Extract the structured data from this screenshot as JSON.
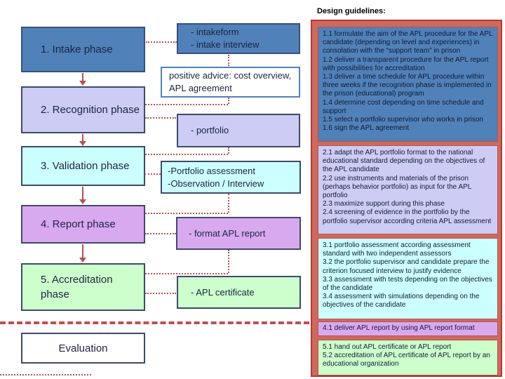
{
  "title": "Design guidelines:",
  "colors": {
    "dark_blue": "#5081b9",
    "lavender": "#ccccf5",
    "cyan": "#ccffff",
    "violet": "#d9a9f0",
    "green": "#ccffcc",
    "red_accent": "#c0504d",
    "panel_fill": "#cd6a60",
    "panel_border": "#b8382e"
  },
  "phases": [
    {
      "label": "1. Intake phase"
    },
    {
      "label": "2. Recognition phase"
    },
    {
      "label": "3. Validation phase"
    },
    {
      "label": "4. Report phase"
    },
    {
      "label": "5. Accreditation phase"
    }
  ],
  "evaluation": {
    "label": "Evaluation"
  },
  "steps": [
    {
      "lines": [
        "- intakeform",
        "- intake interview"
      ]
    },
    {
      "lines": [
        "positive advice: cost overview, APL agreement"
      ]
    },
    {
      "lines": [
        "- portfolio"
      ]
    },
    {
      "lines": [
        "-Portfolio assessment",
        "-Observation / Interview"
      ]
    },
    {
      "lines": [
        "- format APL report"
      ]
    },
    {
      "lines": [
        "- APL certificate"
      ]
    }
  ],
  "guidelines": [
    {
      "items": [
        "1.1 formulate the aim of the APL procedure for the APL candidate (depending on level and experiences) in consolation with the “support team” in prison",
        "1.2 deliver a transparent procedure for the APL report with possibilities for accreditation",
        "1.3 deliver a time schedule for APL procedure within three weeks if the recognition phase is implemented in the prison (educational) program",
        "1.4 determine cost depending on time schedule and support",
        "1.5 select a portfolio supervisor who works in prison",
        "1.6 sign the APL agreement"
      ]
    },
    {
      "items": [
        "2.1 adapt the APL portfolio format to the national educational standard depending on the objectives of the APL candidate",
        "2.2 use instruments and materials of the prison (perhaps behavior portfolio) as input for the APL portfolio",
        "2.3 maximize support during this phase",
        "2.4 screening of evidence in the portfolio by the portfolio supervisor according criteria APL assessment"
      ]
    },
    {
      "items": [
        "3.1 portfolio assessment according assessment standard with two independent assessors",
        "3.2 the portfolio supervisor and candidate prepare the criterion focused interview to justify evidence",
        "3.3 assessment with tests depending on the objectives of the candidate",
        "3.4 assessment with simulations depending on the objectives of the candidate"
      ]
    },
    {
      "items": [
        "4.1 deliver APL report by using APL report format"
      ]
    },
    {
      "items": [
        "5.1 hand out APL certificate or APL report",
        "5.2 accreditation of APL certificate of APL report by an educational organization"
      ]
    }
  ]
}
